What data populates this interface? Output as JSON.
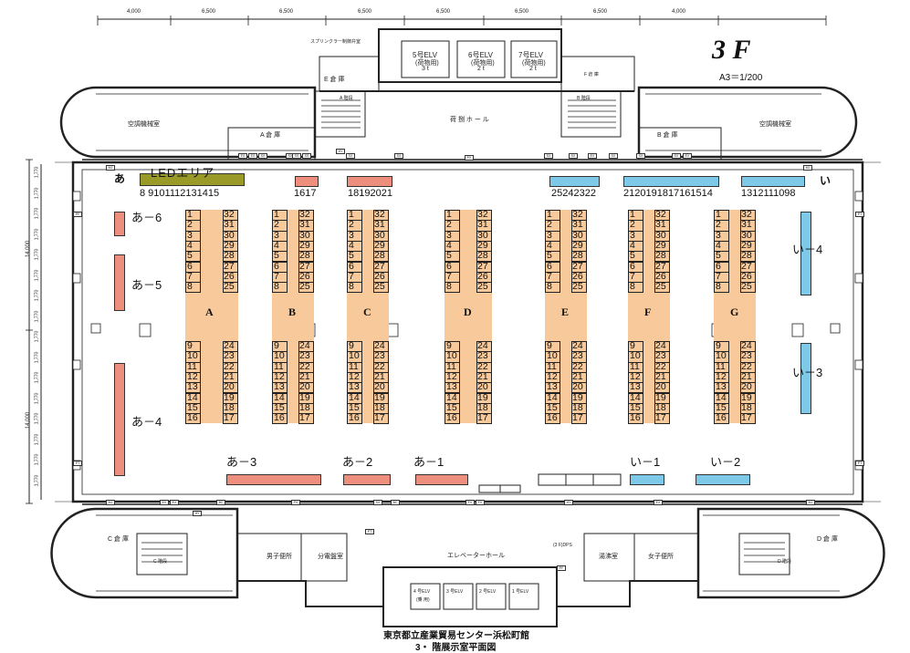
{
  "page": {
    "floor_title": "3 F",
    "scale": "A3＝1/200",
    "caption_line1": "東京都立産業貿易センター浜松町館",
    "caption_line2": "3・ 階展示室平面図"
  },
  "dimensions": {
    "top": [
      "4,000",
      "6,500",
      "6,500",
      "6,500",
      "6,500",
      "6,500",
      "6,500",
      "4,000"
    ],
    "left_outer": [
      "14,000",
      "14,000"
    ],
    "left_inner": [
      "1,770",
      "1,770",
      "1,770",
      "1,770",
      "1,770",
      "1,770",
      "1,770",
      "1,770",
      "1,770",
      "1,770",
      "1,770",
      "1,770",
      "1,770",
      "1,770",
      "1,770",
      "1,770"
    ]
  },
  "rooms": {
    "elv5": {
      "name": "5号ELV",
      "sub": "(荷物用)",
      "cap": "3 t"
    },
    "elv6": {
      "name": "6号ELV",
      "sub": "(荷物用)",
      "cap": "2 t"
    },
    "elv7": {
      "name": "7号ELV",
      "sub": "(荷物用)",
      "cap": "2 t"
    },
    "sprinkler": "スプリンクラー制御弁室",
    "e_store": "E 倉 庫",
    "f_store": "F 倉 庫",
    "a_stair": "A 階段",
    "b_stair": "B 階段",
    "cargo_hall": "荷 捌 ホ ー ル",
    "ac_left": "空調機械室",
    "ac_right": "空調機械室",
    "a_store": "A 倉 庫",
    "b_store": "B 倉 庫",
    "c_store": "C 倉 庫",
    "d_store": "D 倉 庫",
    "c_stair": "C 階段",
    "d_stair": "D 階段",
    "mens_wc": "男子便所",
    "womens_wc": "女子便所",
    "electrical": "分電盤室",
    "kitchen": "湯沸室",
    "elevator_hall": "エレベーターホール",
    "dps": "(3 F)DPS",
    "elv_b1": "1 号ELV",
    "elv_b2": "2 号ELV",
    "elv_b3": "3 号ELV",
    "elv_b4": "4 号ELV",
    "elv_b_sub": "(乗 用)",
    "tags": [
      "MJ",
      "EX",
      "EX",
      "SX",
      "SX",
      "SS",
      "SS",
      "HY",
      "SX",
      "SX",
      "PX",
      "SX",
      "SX",
      "EX",
      "SX",
      "SX",
      "SX",
      "EX",
      "MJ",
      "PF",
      "MJ",
      "EX",
      "EX",
      "HY",
      "BC",
      "PX",
      "SX",
      "BC",
      "FX",
      "FX",
      "HY",
      "EX",
      "MJ",
      "PT",
      "PT",
      "PT",
      "PT",
      "PF"
    ]
  },
  "areas": {
    "a_label": "あ",
    "i_label": "い",
    "led_area": "LEDエリア",
    "a6": "あ－6",
    "a5": "あ－5",
    "a4": "あ－4",
    "a3": "あ－3",
    "a2": "あ－2",
    "a1": "あ－1",
    "i1": "い－1",
    "i2": "い－2",
    "i3": "い－3",
    "i4": "い－4",
    "top_left_nums": [
      "8",
      "9",
      "10",
      "11",
      "12",
      "13",
      "14",
      "15"
    ],
    "top_1617": [
      "16",
      "17"
    ],
    "top_1821": [
      "18",
      "19",
      "20",
      "21"
    ],
    "top_2522": [
      "25",
      "24",
      "23",
      "22"
    ],
    "top_2114": [
      "21",
      "20",
      "19",
      "18",
      "17",
      "16",
      "15",
      "14"
    ],
    "top_138": [
      "13",
      "12",
      "11",
      "10",
      "9",
      "8"
    ]
  },
  "blocks": [
    {
      "letter": "A",
      "left_top": [
        "1",
        "2",
        "3",
        "4",
        "5",
        "6",
        "7",
        "8"
      ],
      "right_top": [
        "32",
        "31",
        "30",
        "29",
        "28",
        "27",
        "26",
        "25"
      ],
      "left_bot": [
        "9",
        "10",
        "11",
        "12",
        "13",
        "14",
        "15",
        "16"
      ],
      "right_bot": [
        "24",
        "23",
        "22",
        "21",
        "20",
        "19",
        "18",
        "17"
      ]
    },
    {
      "letter": "B",
      "left_top": [
        "1",
        "2",
        "3",
        "4",
        "5",
        "6",
        "7",
        "8"
      ],
      "right_top": [
        "32",
        "31",
        "30",
        "29",
        "28",
        "27",
        "26",
        "25"
      ],
      "left_bot": [
        "9",
        "10",
        "11",
        "12",
        "13",
        "14",
        "15",
        "16"
      ],
      "right_bot": [
        "24",
        "23",
        "22",
        "21",
        "20",
        "19",
        "18",
        "17"
      ]
    },
    {
      "letter": "C",
      "left_top": [
        "1",
        "2",
        "3",
        "4",
        "5",
        "6",
        "7",
        "8"
      ],
      "right_top": [
        "32",
        "31",
        "30",
        "29",
        "28",
        "27",
        "26",
        "25"
      ],
      "left_bot": [
        "9",
        "10",
        "11",
        "12",
        "13",
        "14",
        "15",
        "16"
      ],
      "right_bot": [
        "24",
        "23",
        "22",
        "21",
        "20",
        "19",
        "18",
        "17"
      ]
    },
    {
      "letter": "D",
      "left_top": [
        "1",
        "2",
        "3",
        "4",
        "5",
        "6",
        "7",
        "8"
      ],
      "right_top": [
        "32",
        "31",
        "30",
        "29",
        "28",
        "27",
        "26",
        "25"
      ],
      "left_bot": [
        "9",
        "10",
        "11",
        "12",
        "13",
        "14",
        "15",
        "16"
      ],
      "right_bot": [
        "24",
        "23",
        "22",
        "21",
        "20",
        "19",
        "18",
        "17"
      ]
    },
    {
      "letter": "E",
      "left_top": [
        "1",
        "2",
        "3",
        "4",
        "5",
        "6",
        "7",
        "8"
      ],
      "right_top": [
        "32",
        "31",
        "30",
        "29",
        "28",
        "27",
        "26",
        "25"
      ],
      "left_bot": [
        "9",
        "10",
        "11",
        "12",
        "13",
        "14",
        "15",
        "16"
      ],
      "right_bot": [
        "24",
        "23",
        "22",
        "21",
        "20",
        "19",
        "18",
        "17"
      ]
    },
    {
      "letter": "F",
      "left_top": [
        "1",
        "2",
        "3",
        "4",
        "5",
        "6",
        "7",
        "8"
      ],
      "right_top": [
        "32",
        "31",
        "30",
        "29",
        "28",
        "27",
        "26",
        "25"
      ],
      "left_bot": [
        "9",
        "10",
        "11",
        "12",
        "13",
        "14",
        "15",
        "16"
      ],
      "right_bot": [
        "24",
        "23",
        "22",
        "21",
        "20",
        "19",
        "18",
        "17"
      ]
    },
    {
      "letter": "G",
      "left_top": [
        "1",
        "2",
        "3",
        "4",
        "5",
        "6",
        "7",
        "8"
      ],
      "right_top": [
        "32",
        "31",
        "30",
        "29",
        "28",
        "27",
        "26",
        "25"
      ],
      "left_bot": [
        "9",
        "10",
        "11",
        "12",
        "13",
        "14",
        "15",
        "16"
      ],
      "right_bot": [
        "24",
        "23",
        "22",
        "21",
        "20",
        "19",
        "18",
        "17"
      ]
    }
  ],
  "colors": {
    "block_fill": "#f8c99a",
    "salmon": "#ee8f7e",
    "blue": "#7ec8e8",
    "olive": "#9a9a28",
    "line": "#222222"
  }
}
